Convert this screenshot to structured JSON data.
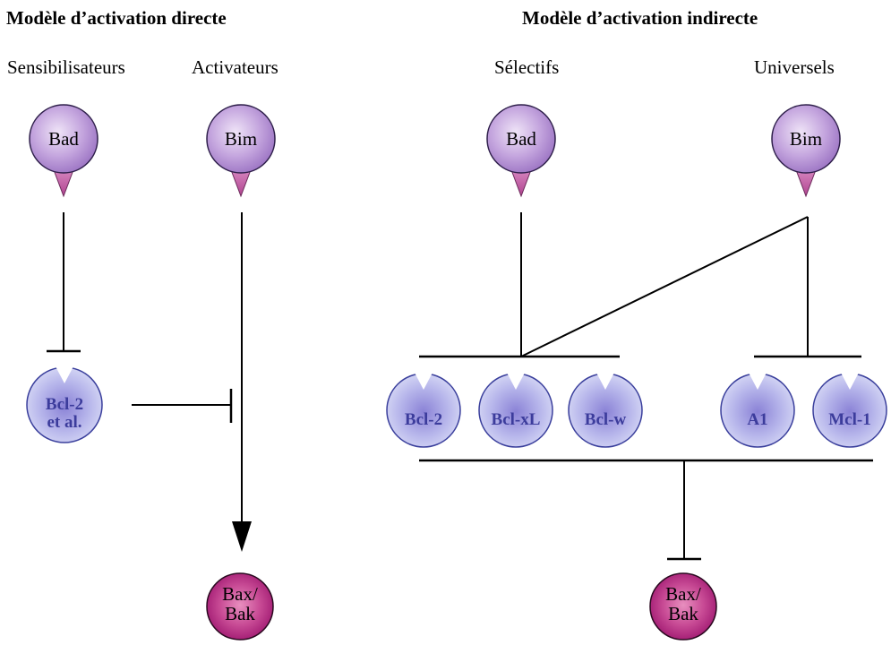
{
  "colors": {
    "purple_fill_center": "#efe4f7",
    "purple_fill_edge": "#a27ac6",
    "purple_stroke": "#2e1f4a",
    "triangle_pink": "#c24f9e",
    "blue_fill_center": "#8f86d8",
    "blue_fill_edge": "#d2d4f4",
    "blue_stroke": "#3a3f9c",
    "blue_text": "#3c3c9c",
    "bax_fill_center": "#e37fb5",
    "bax_fill_edge": "#a81d77",
    "line": "#000000"
  },
  "left": {
    "title": "Modèle d’activation directe",
    "col1_label": "Sensibilisateurs",
    "col2_label": "Activateurs",
    "bad": "Bad",
    "bim": "Bim",
    "bcl2_line1": "Bcl-2",
    "bcl2_line2": "et al.",
    "bax_line1": "Bax/",
    "bax_line2": "Bak"
  },
  "right": {
    "title": "Modèle d’activation indirecte",
    "col1_label": "Sélectifs",
    "col2_label": "Universels",
    "bad": "Bad",
    "bim": "Bim",
    "anti_apoptotic": [
      "Bcl-2",
      "Bcl-xL",
      "Bcl-w",
      "A1",
      "Mcl-1"
    ],
    "bax_line1": "Bax/",
    "bax_line2": "Bak"
  }
}
